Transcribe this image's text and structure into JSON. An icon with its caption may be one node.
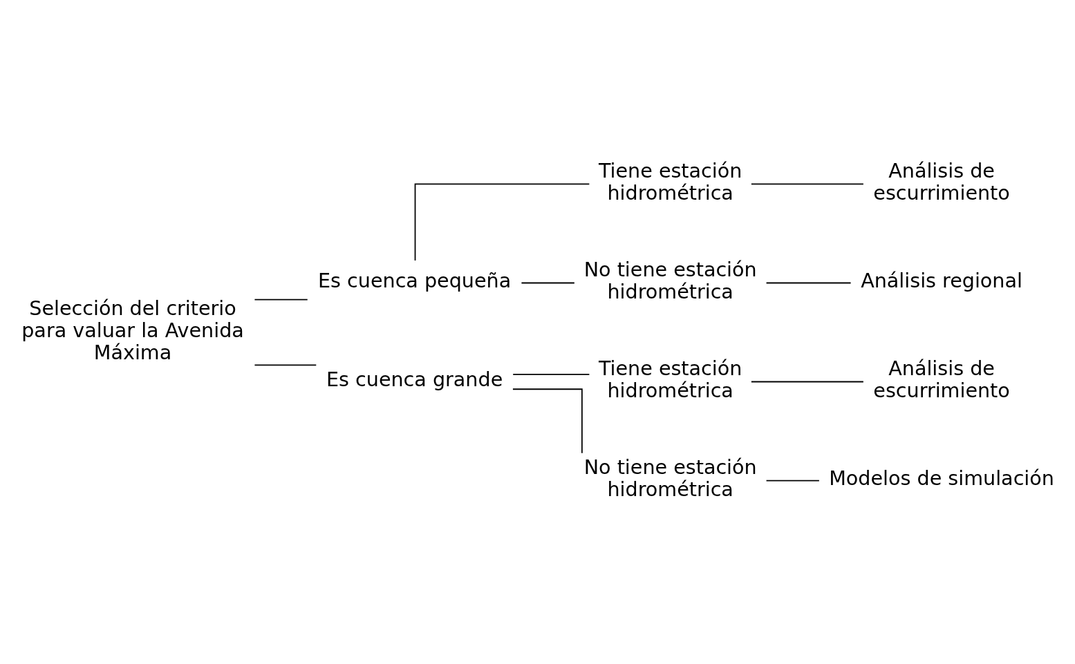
{
  "diagram": {
    "nodes": [
      {
        "text": [
          "Selección del criterio para valuar la Avenida Máxima"
        ]
      },
      {
        "text": [
          "Es cuenca pequeña"
        ]
      },
      {
        "text": [
          "Tiene estación hidrométrica"
        ]
      },
      {
        "text": [
          "Análisis de escurrimiento"
        ]
      },
      {
        "text": [
          "No tiene estación hidrométrica"
        ]
      },
      {
        "text": [
          "Análisis regional"
        ]
      },
      {
        "text": [
          "Es cuenca grande"
        ]
      },
      {
        "text": [
          "Tiene estación hidrométrica"
        ]
      },
      {
        "text": [
          "Análisis de escurrimiento"
        ]
      },
      {
        "text": [
          "No tiene estación hidrométrica"
        ]
      },
      {
        "text": [
          "Modelos de simulación"
        ]
      }
    ],
    "edges": [
      {
        "from": 0,
        "to": 1,
        "arrow": "none"
      },
      {
        "from": 0,
        "to": 6,
        "arrow": "none"
      },
      {
        "from": 1,
        "to": 2,
        "arrow": "none"
      },
      {
        "from": 1,
        "to": 4,
        "arrow": "none"
      },
      {
        "from": 2,
        "to": 3,
        "arrow": "none"
      },
      {
        "from": 4,
        "to": 5,
        "arrow": "none"
      },
      {
        "from": 6,
        "to": 7,
        "arrow": "none"
      },
      {
        "from": 6,
        "to": 9,
        "arrow": "none"
      },
      {
        "from": 7,
        "to": 8,
        "arrow": "none"
      },
      {
        "from": 9,
        "to": 10,
        "arrow": "none"
      }
    ]
  }
}
